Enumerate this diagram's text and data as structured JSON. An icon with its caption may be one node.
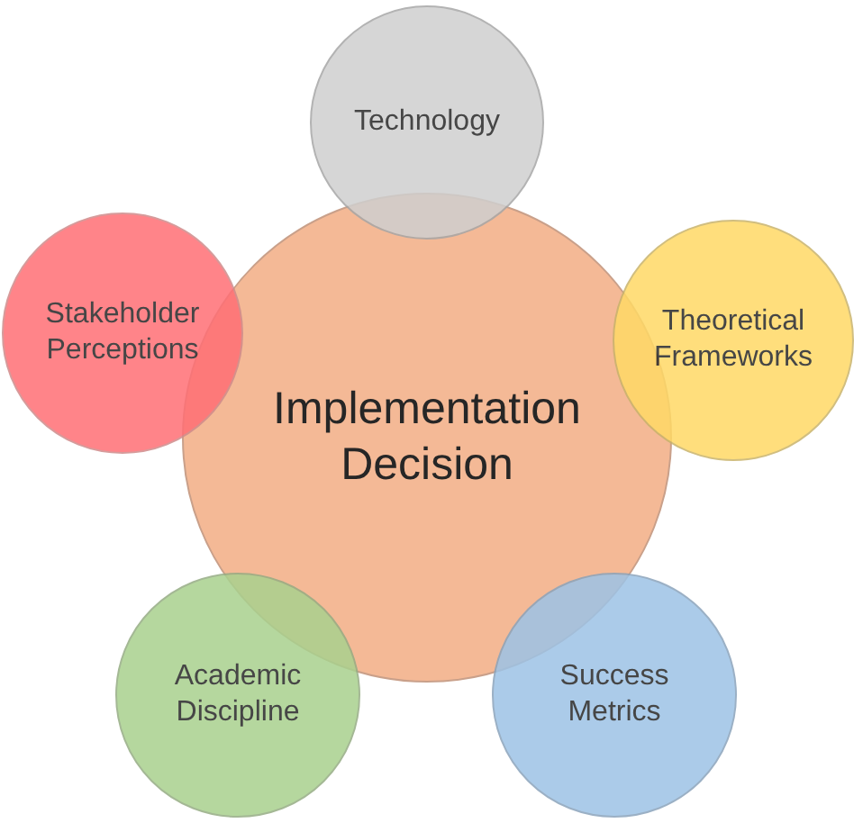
{
  "diagram": {
    "nodes": [
      {
        "text": [
          "Implementation Decision"
        ]
      },
      {
        "text": [
          "Technology"
        ]
      },
      {
        "text": [
          "Theoretical Frameworks"
        ]
      },
      {
        "text": [
          "Success Metrics"
        ]
      },
      {
        "text": [
          "Academic Discipline"
        ]
      },
      {
        "text": [
          "Stakeholder Perceptions"
        ]
      }
    ]
  }
}
